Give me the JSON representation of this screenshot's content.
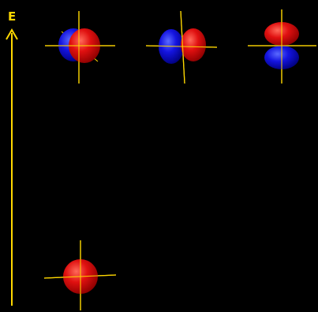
{
  "diagram": {
    "energy_axis": {
      "label": "E",
      "color": "#ffd800"
    },
    "orbitals": [
      {
        "id": "2px",
        "lobe_axis": "x",
        "level": "upper",
        "column": 1
      },
      {
        "id": "2py",
        "lobe_axis": "y-oblique",
        "level": "upper",
        "column": 2
      },
      {
        "id": "2pz",
        "lobe_axis": "z",
        "level": "upper",
        "column": 3
      },
      {
        "id": "1s",
        "lobe_axis": "none",
        "level": "lower",
        "column": 1
      }
    ],
    "colors": {
      "background": "#000000",
      "positive_phase": "#e00000",
      "negative_phase": "#1010e0",
      "coordinate_axes": "#ffd800"
    }
  }
}
